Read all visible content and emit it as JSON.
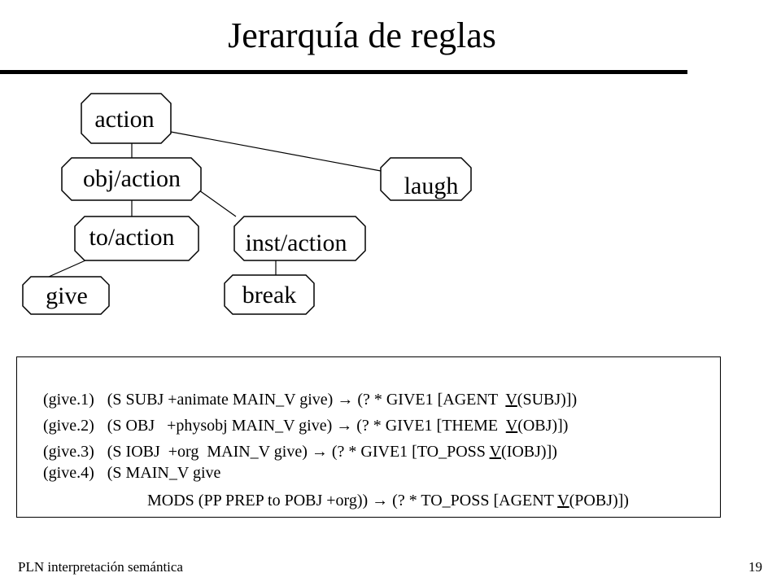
{
  "title": "Jerarquía de reglas",
  "nodes": {
    "action": "action",
    "obj_action": "obj/action",
    "laugh": "laugh",
    "to_action": "to/action",
    "inst_action": "inst/action",
    "give": "give",
    "break": "break"
  },
  "rules": [
    {
      "id": "(give.1)",
      "pre": "(S SUBJ +animate MAIN_V give) ",
      "arrow": "→",
      "post_a": " (? * GIVE1 [AGENT  ",
      "v": "V",
      "post_b": "(SUBJ)])"
    },
    {
      "id": "(give.2)",
      "pre": "(S OBJ   +physobj MAIN_V give) ",
      "arrow": "→",
      "post_a": " (? * GIVE1 [THEME  ",
      "v": "V",
      "post_b": "(OBJ)])"
    },
    {
      "id": "(give.3)",
      "pre": "(S IOBJ  +org  MAIN_V give) ",
      "arrow": "→",
      "post_a": " (? * GIVE1 [TO_POSS ",
      "v": "V",
      "post_b": "(IOBJ)])"
    },
    {
      "id": "(give.4)",
      "pre": "(S MAIN_V give",
      "arrow": "",
      "post_a": "",
      "v": "",
      "post_b": ""
    }
  ],
  "rule4_cont": {
    "pre": "MODS (PP PREP to POBJ +org)) ",
    "arrow": "→",
    "post_a": " (? * TO_POSS [AGENT ",
    "v": "V",
    "post_b": "(POBJ)])"
  },
  "footer": {
    "left": "PLN  interpretación semántica",
    "page": "19"
  }
}
